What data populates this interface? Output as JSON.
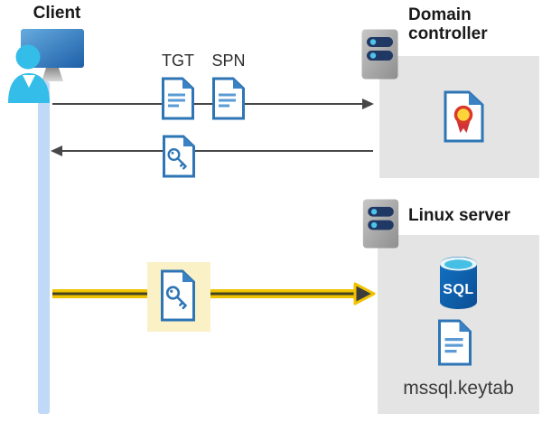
{
  "client": {
    "label": "Client"
  },
  "domain_controller": {
    "label": "Domain controller"
  },
  "linux_server": {
    "label": "Linux server",
    "sql_label": "SQL",
    "keytab_label": "mssql.keytab"
  },
  "tickets": {
    "tgt": "TGT",
    "spn": "SPN"
  },
  "colors": {
    "box_gray": "#e4e4e4",
    "highlight_yellow": "#faf1c6",
    "arrow_dark": "#474747",
    "arrow_yellow": "#f0c300",
    "lifeline_blue": "#bfd9f6",
    "document_blue": "#2e75b6",
    "document_fold_blue": "#3b82c4",
    "document_line_blue": "#5b9bd5",
    "sql_cylinder_blue": "#0e62b1",
    "sql_top_cyan": "#45bfe4",
    "person_cyan": "#34bde8",
    "server_pill_navy": "#203864",
    "certificate_red": "#d13438",
    "certificate_yellow": "#ffd43b"
  }
}
